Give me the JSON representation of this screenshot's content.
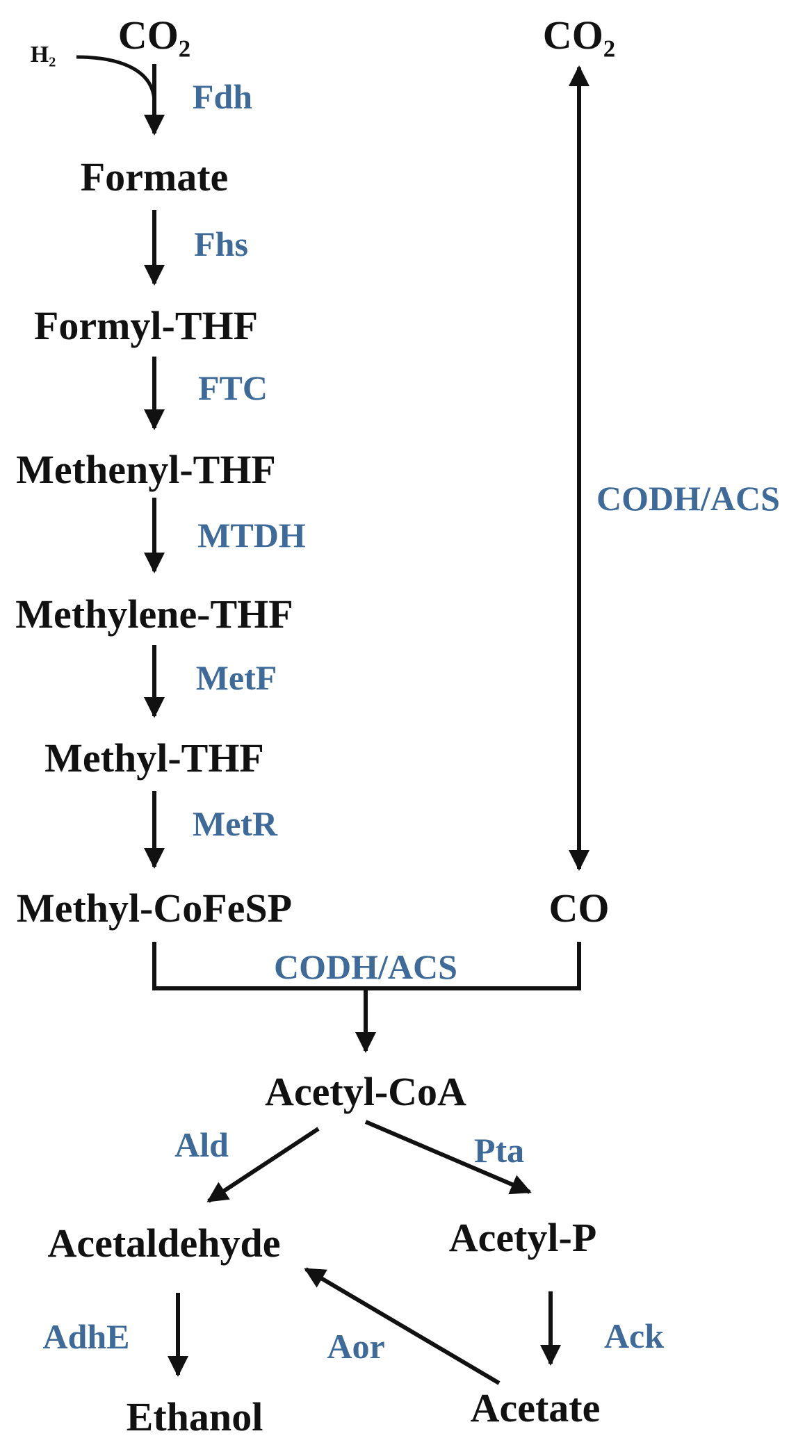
{
  "colors": {
    "metabolite": "#111111",
    "enzyme": "#3d6a99",
    "arrow": "#111111",
    "background": "#ffffff"
  },
  "metabolites": {
    "co2_left": "CO₂",
    "h2": "H₂",
    "formate": "Formate",
    "formyl_thf": "Formyl-THF",
    "methenyl_thf": "Methenyl-THF",
    "methylene_thf": "Methylene-THF",
    "methyl_thf": "Methyl-THF",
    "methyl_cofesp": "Methyl-CoFeSP",
    "co2_right": "CO₂",
    "co": "CO",
    "acetyl_coa": "Acetyl-CoA",
    "acetaldehyde": "Acetaldehyde",
    "acetyl_p": "Acetyl-P",
    "ethanol": "Ethanol",
    "acetate": "Acetate"
  },
  "enzymes": {
    "fdh": "Fdh",
    "fhs": "Fhs",
    "ftc": "FTC",
    "mtdh": "MTDH",
    "metf": "MetF",
    "metr": "MetR",
    "codh_acs_right": "CODH/ACS",
    "codh_acs_join": "CODH/ACS",
    "ald": "Ald",
    "pta": "Pta",
    "adhe": "AdhE",
    "aor": "Aor",
    "ack": "Ack"
  }
}
